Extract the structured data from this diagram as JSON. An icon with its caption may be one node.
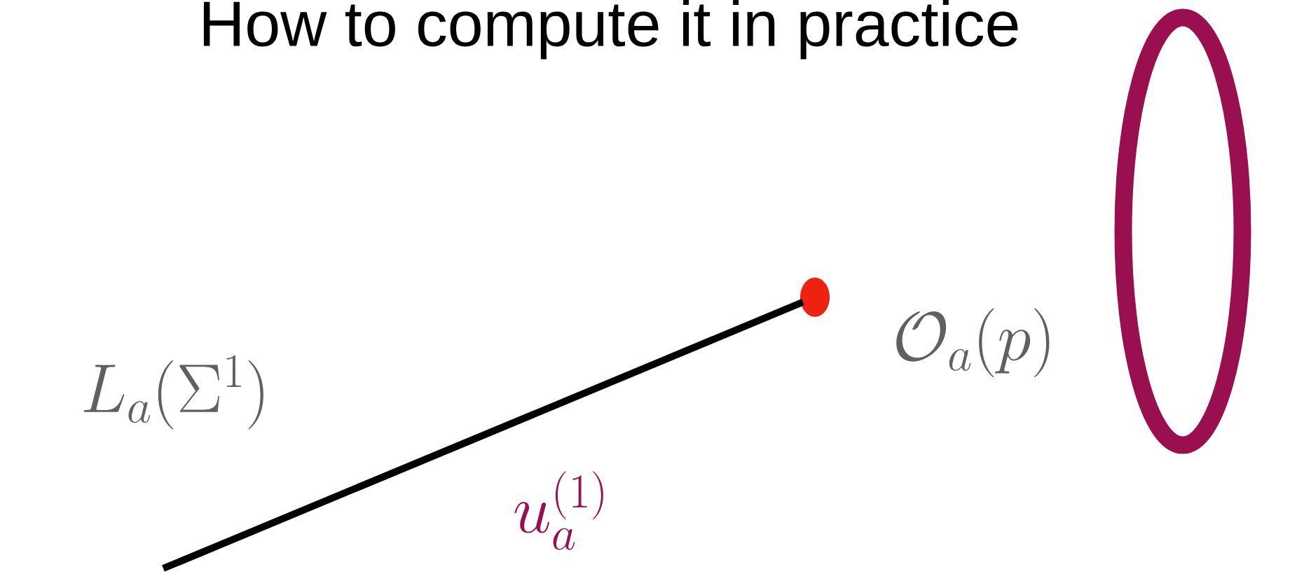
{
  "diagram": {
    "title": "How to compute it in practice",
    "nodes": [
      {
        "text": [],
        "shape": "circle"
      },
      {
        "text": [],
        "shape": "circle"
      }
    ],
    "labels": [
      "L_a(\\Sigma^1)",
      "\\mathcal{O}_a(p)",
      "u_a^{(1)}"
    ]
  }
}
